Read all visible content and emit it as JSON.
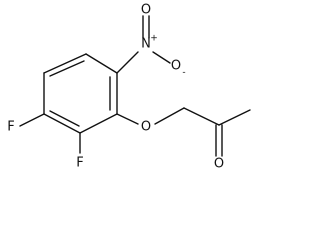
{
  "molecule": {
    "atoms": {
      "nitro_n": "N",
      "nitro_n_charge": "+",
      "nitro_o_top": "O",
      "nitro_o_right": "O",
      "nitro_o_right_charge": "-",
      "ether_o": "O",
      "carbonyl_o": "O",
      "fluorine_upper": "F",
      "fluorine_lower": "F"
    }
  }
}
